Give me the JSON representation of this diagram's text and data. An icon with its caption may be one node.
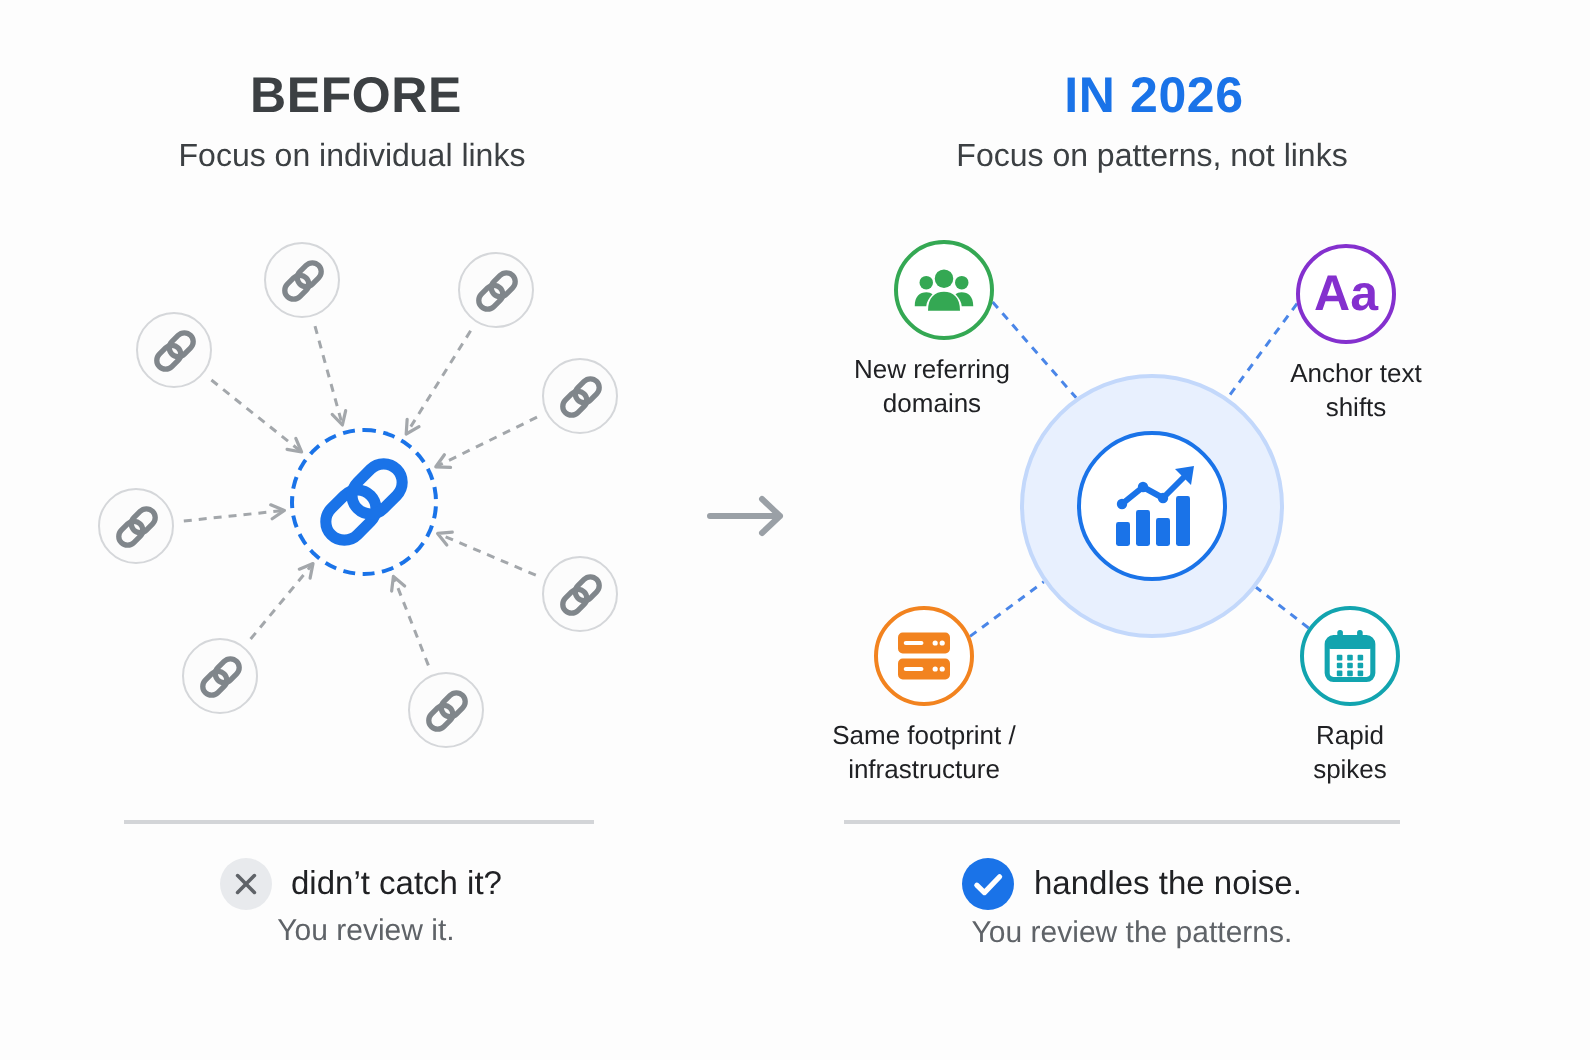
{
  "diagram": {
    "nodes": [
      {
        "text": [],
        "shape": "circle"
      },
      {
        "text": [],
        "shape": "circle"
      },
      {
        "text": [],
        "shape": "circle"
      },
      {
        "text": [],
        "shape": "circle"
      },
      {
        "text": [],
        "shape": "circle"
      },
      {
        "text": [],
        "shape": "circle"
      },
      {
        "text": [],
        "shape": "circle"
      },
      {
        "text": [],
        "shape": "circle"
      },
      {
        "text": [],
        "shape": "circle"
      },
      {
        "text": [],
        "shape": "circle"
      },
      {
        "text": [
          "New referring domains"
        ]
      },
      {
        "text": [
          "Aa",
          "Anchor text shifts"
        ]
      },
      {
        "text": [
          "Same footprint / infrastructure"
        ]
      },
      {
        "text": [
          "Rapid spikes"
        ]
      }
    ],
    "edges": [
      {
        "from": 1,
        "to": 0,
        "arrow": "to",
        "style": "dashed"
      },
      {
        "from": 2,
        "to": 0,
        "arrow": "to",
        "style": "dashed"
      },
      {
        "from": 3,
        "to": 0,
        "arrow": "to",
        "style": "dashed"
      },
      {
        "from": 4,
        "to": 0,
        "arrow": "to",
        "style": "dashed"
      },
      {
        "from": 5,
        "to": 0,
        "arrow": "to",
        "style": "dashed"
      },
      {
        "from": 6,
        "to": 0,
        "arrow": "to",
        "style": "dashed"
      },
      {
        "from": 7,
        "to": 0,
        "arrow": "to",
        "style": "dashed"
      },
      {
        "from": 8,
        "to": 0,
        "arrow": "to",
        "style": "dashed"
      },
      {
        "from": 10,
        "to": 9,
        "arrow": "none",
        "style": "dashed",
        "color": "#4a86e8"
      },
      {
        "from": 11,
        "to": 9,
        "arrow": "none",
        "style": "dashed",
        "color": "#4a86e8"
      },
      {
        "from": 12,
        "to": 9,
        "arrow": "none",
        "style": "dashed",
        "color": "#4a86e8"
      },
      {
        "from": 13,
        "to": 9,
        "arrow": "none",
        "style": "dashed",
        "color": "#4a86e8"
      }
    ],
    "labels": [
      "BEFORE",
      "Focus on individual links",
      "IN 2026",
      "Focus on patterns, not links",
      "didn’t catch it?",
      "You review it.",
      "handles the noise.",
      "You review the patterns."
    ]
  }
}
